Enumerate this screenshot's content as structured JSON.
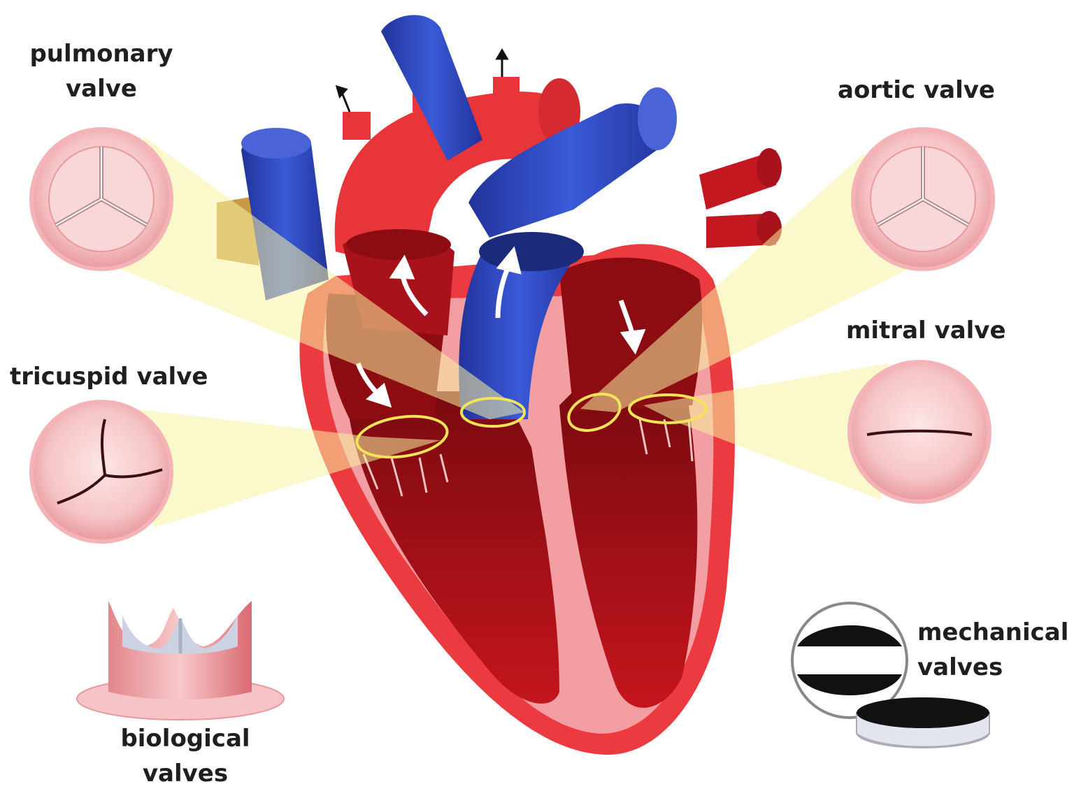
{
  "labels": {
    "pulmonary": {
      "line1": "pulmonary",
      "line2": "valve"
    },
    "aortic": "aortic valve",
    "mitral": "mitral valve",
    "tricuspid": "tricuspid valve",
    "biological": {
      "line1": "biological",
      "line2": "valves"
    },
    "mechanical": {
      "line1": "mechanical",
      "line2": "valves"
    }
  },
  "colors": {
    "heart_red": "#e8353a",
    "heart_dark": "#9c0d14",
    "heart_pink": "#f4a0a3",
    "vein_blue": "#2f49c8",
    "highlight_yellow": "#f7f3a0",
    "valve_ring": "#f3e35a",
    "valve_pink": "#f6c4c6",
    "mechanical_black": "#111111",
    "mechanical_grey": "#e2e5ee"
  }
}
